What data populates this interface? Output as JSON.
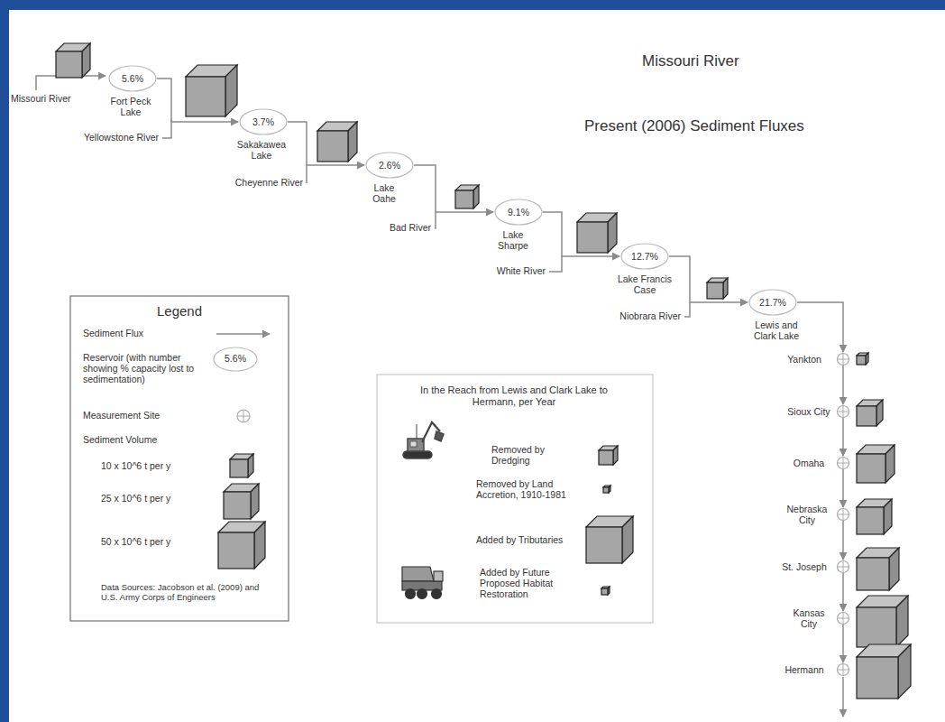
{
  "diagram": {
    "title": "Missouri River",
    "nodes": [
      {
        "text": [
          "5.6%",
          "Fort Peck Lake"
        ]
      },
      {
        "text": [
          "3.7%",
          "Sakakawea Lake"
        ]
      },
      {
        "text": [
          "2.6%",
          "Lake Oahe"
        ]
      },
      {
        "text": [
          "9.1%",
          "Lake Sharpe"
        ]
      },
      {
        "text": [
          "12.7%",
          "Lake Francis Case"
        ]
      },
      {
        "text": [
          "21.7%",
          "Lewis and Clark Lake"
        ]
      },
      {
        "text": [
          "Yankton"
        ]
      },
      {
        "text": [
          "Sioux City"
        ]
      },
      {
        "text": [
          "Omaha"
        ]
      },
      {
        "text": [
          "Nebraska City"
        ]
      },
      {
        "text": [
          "St. Joseph"
        ]
      },
      {
        "text": [
          "Kansas City"
        ]
      },
      {
        "text": [
          "Hermann"
        ]
      }
    ],
    "edges": [
      {
        "from": 0,
        "to": 1,
        "arrow": "to"
      },
      {
        "from": 1,
        "to": 2,
        "arrow": "to"
      },
      {
        "from": 2,
        "to": 3,
        "arrow": "to"
      },
      {
        "from": 3,
        "to": 4,
        "arrow": "to"
      },
      {
        "from": 4,
        "to": 5,
        "arrow": "to"
      },
      {
        "from": 5,
        "to": 6,
        "arrow": "to"
      },
      {
        "from": 6,
        "to": 7,
        "arrow": "to"
      },
      {
        "from": 7,
        "to": 8,
        "arrow": "to"
      },
      {
        "from": 8,
        "to": 9,
        "arrow": "to"
      },
      {
        "from": 9,
        "to": 10,
        "arrow": "to"
      },
      {
        "from": 10,
        "to": 11,
        "arrow": "to"
      },
      {
        "from": 11,
        "to": 12,
        "arrow": "to"
      }
    ],
    "labels": [
      "Present (2006) Sediment Fluxes",
      "Missouri River",
      "Yellowstone River",
      "Cheyenne River",
      "Bad River",
      "White River",
      "Niobrara River",
      "Legend",
      "5.6%",
      "Data Sources: Jacobson et al. (2009) and U.S. Army Corps of Engineers",
      "In the Reach from Lewis and Clark Lake to Hermann, per Year",
      "Removed by Dredging",
      "Removed by Land Accretion, 1910-1981",
      "Added by Tributaries",
      "Added by Future Proposed Habitat Restoration"
    ],
    "legend": [
      {
        "text": "Sediment Flux"
      },
      {
        "text": "Reservoir (with number showing % capacity lost to sedimentation)"
      },
      {
        "text": "Measurement Site"
      },
      {
        "text": "Sediment Volume"
      },
      {
        "text": "10 x 10^6 t per y"
      },
      {
        "text": "25 x 10^6 t per y"
      },
      {
        "text": "50 x 10^6 t per y"
      }
    ]
  }
}
